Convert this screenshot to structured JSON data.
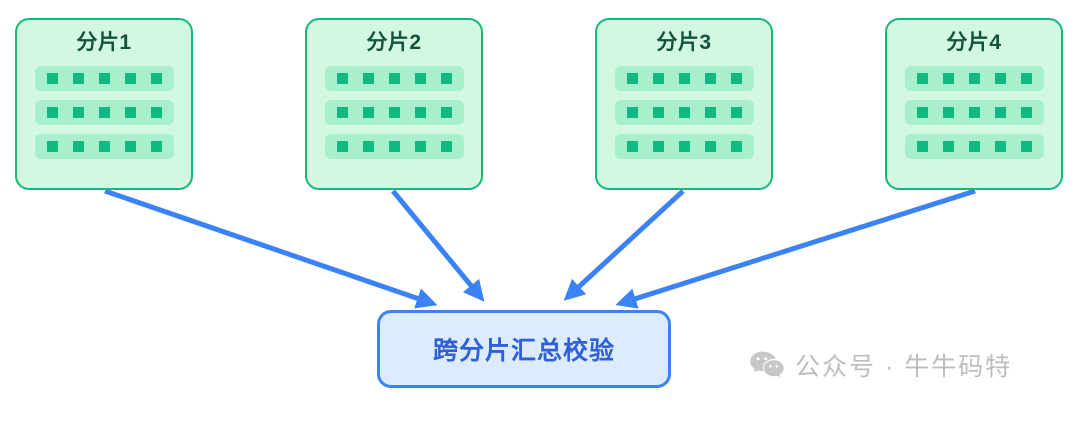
{
  "diagram": {
    "shards": [
      {
        "label": "分片1",
        "rows": 3,
        "cells_per_row": 5
      },
      {
        "label": "分片2",
        "rows": 3,
        "cells_per_row": 5
      },
      {
        "label": "分片3",
        "rows": 3,
        "cells_per_row": 5
      },
      {
        "label": "分片4",
        "rows": 3,
        "cells_per_row": 5
      }
    ],
    "aggregate": {
      "label": "跨分片汇总校验"
    },
    "arrows": [
      {
        "from": "分片1",
        "to": "跨分片汇总校验"
      },
      {
        "from": "分片2",
        "to": "跨分片汇总校验"
      },
      {
        "from": "分片3",
        "to": "跨分片汇总校验"
      },
      {
        "from": "分片4",
        "to": "跨分片汇总校验"
      }
    ],
    "colors": {
      "shard_fill": "#d2f7e2",
      "shard_border": "#17b978",
      "shard_title": "#14543a",
      "shard_row": "#a8efcb",
      "shard_cell": "#10b981",
      "aggregate_fill": "#dcebfd",
      "aggregate_border": "#3b82f6",
      "aggregate_text": "#2f60d8",
      "arrow": "#3b82f6",
      "watermark": "#bdbdbd",
      "background": "#ffffff"
    }
  },
  "watermark": {
    "icon": "wechat-icon",
    "text": "公众号 · 牛牛码特"
  }
}
